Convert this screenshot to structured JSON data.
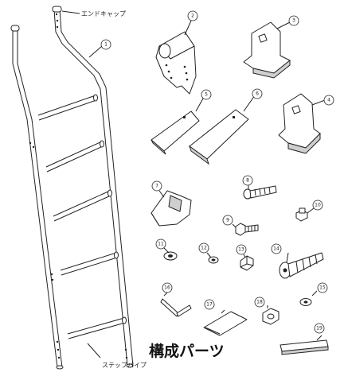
{
  "diagram": {
    "title": "構成パーツ",
    "labels": {
      "end_cap": "エンドキャップ",
      "step_pipe": "ステップパイプ"
    },
    "callouts": [
      "1",
      "2",
      "3",
      "4",
      "5",
      "6",
      "7",
      "8",
      "9",
      "10",
      "11",
      "12",
      "13",
      "14",
      "15",
      "16",
      "17",
      "18",
      "19"
    ]
  }
}
